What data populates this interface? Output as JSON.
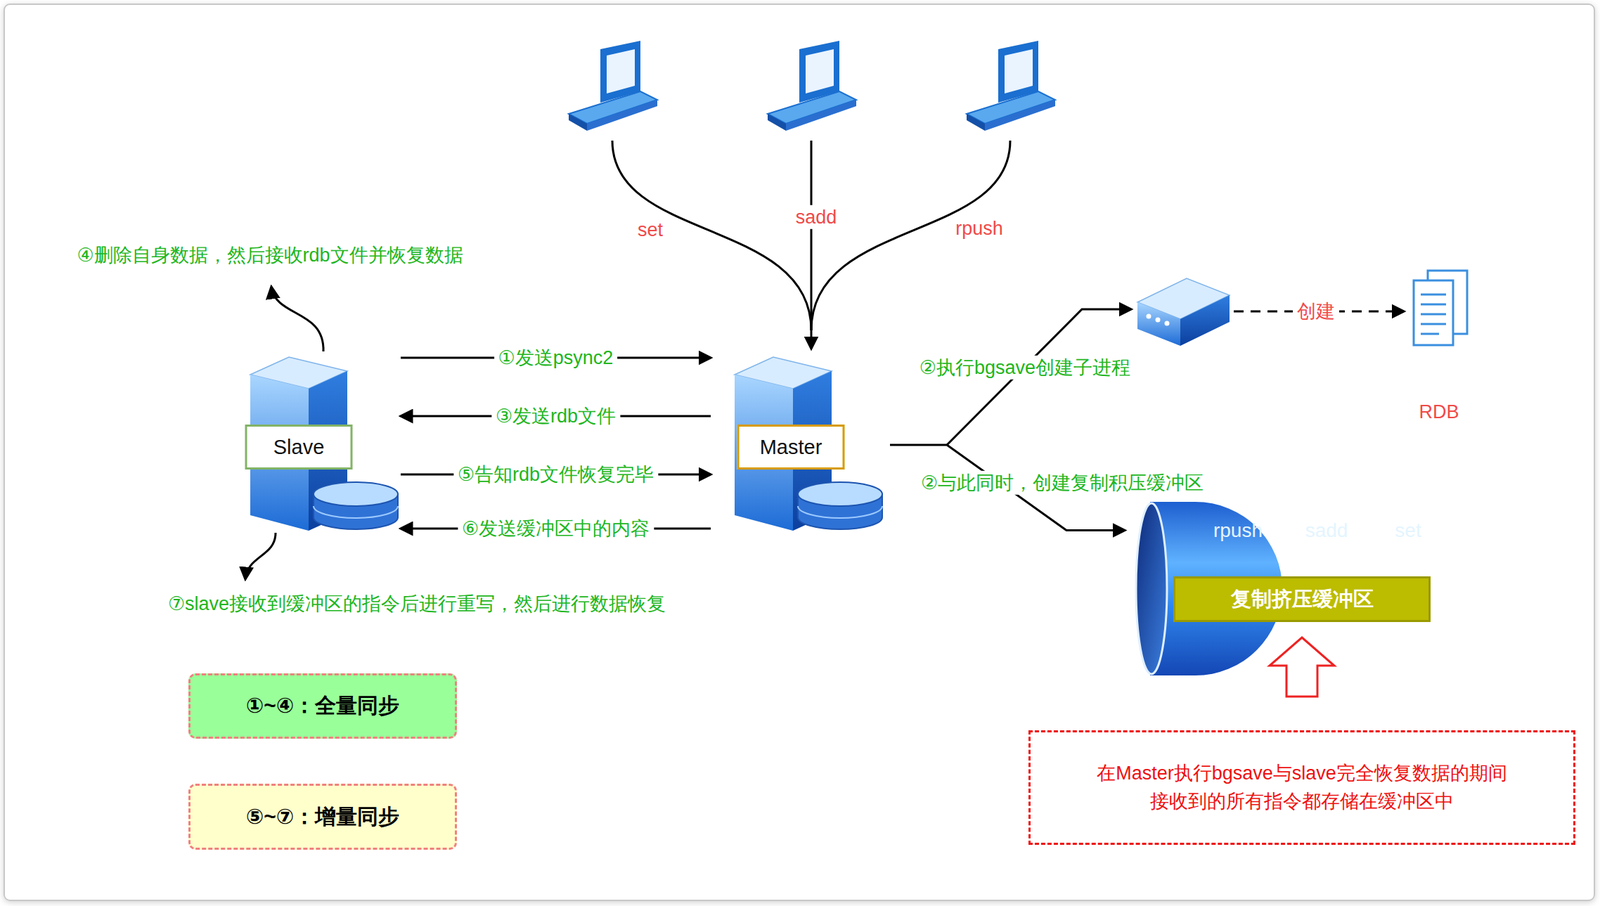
{
  "diagram": {
    "nodes": [
      {
        "text": [
          "Slave"
        ]
      },
      {
        "text": [
          "Master"
        ]
      },
      {
        "text": [
          "rpush",
          "sadd",
          "set"
        ]
      },
      {
        "text": [
          "复制挤压缓冲区"
        ]
      },
      {
        "text": [
          "在Master执行bgsave与slave完全恢复数据的期间 接收到的所有指令都存储在缓冲区中"
        ]
      },
      {
        "text": [
          "①~④：全量同步"
        ]
      },
      {
        "text": [
          "⑤~⑦：增量同步"
        ]
      }
    ],
    "edges": [
      {
        "from": 0,
        "to": 1,
        "label": "①发送psync2",
        "arrow": "to"
      },
      {
        "from": 1,
        "to": 0,
        "label": "③发送rdb文件",
        "arrow": "to"
      },
      {
        "from": 0,
        "to": 1,
        "label": "⑤告知rdb文件恢复完毕",
        "arrow": "to"
      },
      {
        "from": 1,
        "to": 0,
        "label": "⑥发送缓冲区中的内容",
        "arrow": "to"
      },
      {
        "from": 1,
        "to": 2,
        "label": "②与此同时，创建复制积压缓冲区",
        "arrow": "to"
      },
      {
        "from": 4,
        "to": 3,
        "arrow": "to"
      }
    ],
    "labels": [
      "set",
      "sadd",
      "rpush",
      "④删除自身数据，然后接收rdb文件并恢复数据",
      "⑦slave接收到缓冲区的指令后进行重写，然后进行数据恢复",
      "②执行bgsave创建子进程",
      "创建",
      "RDB"
    ]
  }
}
